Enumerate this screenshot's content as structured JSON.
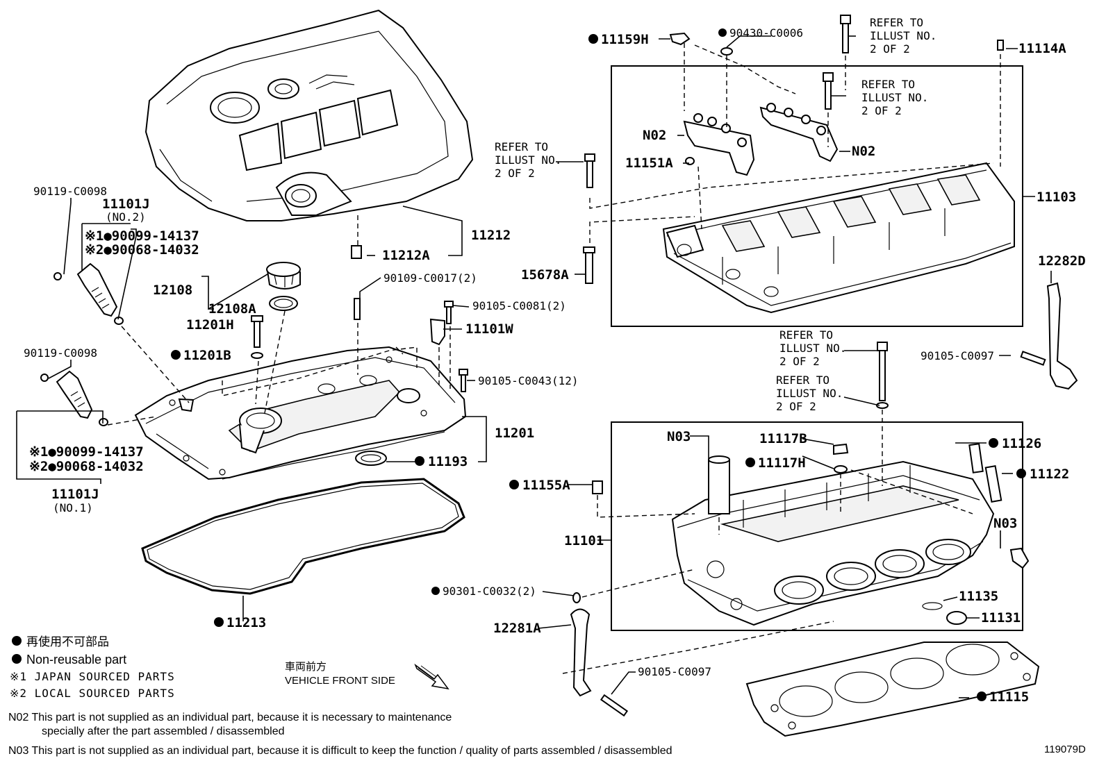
{
  "diagram": {
    "drawing_number": "119079D",
    "vehicle_front": {
      "jp": "車両前方",
      "en": "VEHICLE FRONT SIDE"
    },
    "legend": {
      "non_reusable_jp": "再使用不可部品",
      "non_reusable_en": "Non-reusable part",
      "japan_sourced": "※1 JAPAN SOURCED PARTS",
      "local_sourced": "※2 LOCAL SOURCED PARTS"
    },
    "notes": {
      "n02_line1": "N02  This part is not supplied as an individual part, because it is necessary to maintenance",
      "n02_line2": "specially after the part assembled / disassembled",
      "n03": "N03  This part is not supplied as an individual part, because it is difficult to keep the function / quality of parts  assembled / disassembled"
    },
    "refer": {
      "l1": "REFER TO",
      "l2": "ILLUST NO.",
      "l3": "2 OF 2"
    },
    "labels": {
      "p90119a": "90119-C0098",
      "p11101j2": "11101J",
      "p11101j2_sub": "(NO.2)",
      "p90099a": "※1●90099-14137",
      "p90068a": "※2●90068-14032",
      "p12108": "12108",
      "p12108a": "12108A",
      "p11201h": "11201H",
      "p11201b": "11201B",
      "p90119b": "90119-C0098",
      "p90099b": "※1●90099-14137",
      "p90068b": "※2●90068-14032",
      "p11101j1": "11101J",
      "p11101j1_sub": "(NO.1)",
      "p11212": "11212",
      "p11212a": "11212A",
      "p90109": "90109-C0017(2)",
      "p90105_81": "90105-C0081(2)",
      "p11101w": "11101W",
      "p90105_43": "90105-C0043(12)",
      "p11201": "11201",
      "p11193": "11193",
      "p11213": "11213",
      "p11159h": "11159H",
      "p90430": "90430-C0006",
      "p11114a": "11114A",
      "pN02a": "N02",
      "pN02b": "N02",
      "p11151a": "11151A",
      "p11103": "11103",
      "p15678a": "15678A",
      "p12282d": "12282D",
      "p90105_97a": "90105-C0097",
      "pN03a": "N03",
      "p11117b": "11117B",
      "p11117h": "11117H",
      "p11126": "11126",
      "p11122": "11122",
      "p11155a": "11155A",
      "p11101": "11101",
      "pN03b": "N03",
      "p90301": "90301-C0032(2)",
      "p11135": "11135",
      "p11131": "11131",
      "p12281a": "12281A",
      "p90105_97b": "90105-C0097",
      "p11115": "11115"
    }
  }
}
